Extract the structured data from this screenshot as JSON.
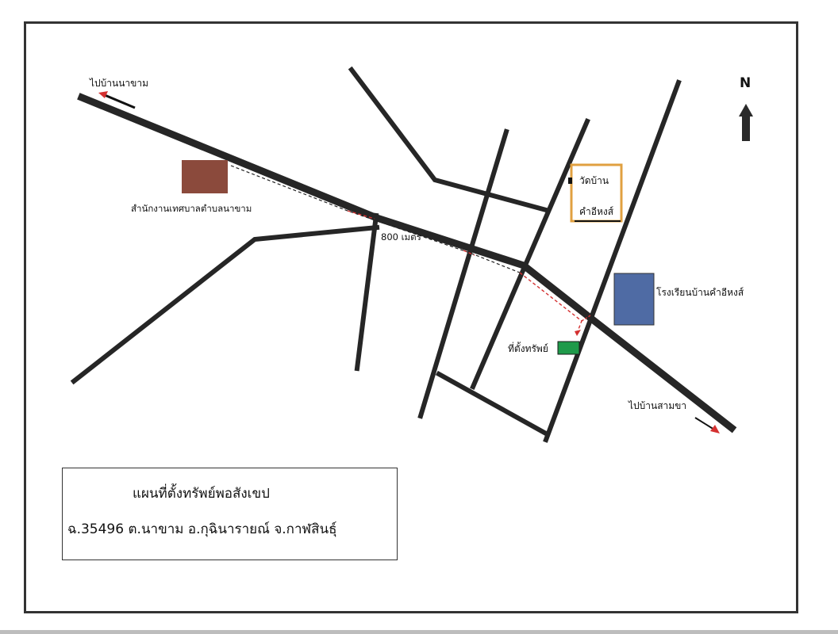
{
  "map": {
    "north_label": "N",
    "labels": {
      "to_na_kham": "ไปบ้านนาขาม",
      "municipal_office": "สำนักงานเทศบาลตำบลนาขาม",
      "distance": "800 เมตร",
      "temple_line1": "วัดบ้าน",
      "temple_line2": "คำอีหงส์",
      "school": "โรงเรียนบ้านคำอีหงส์",
      "property": "ที่ตั้งทรัพย์",
      "to_sam_kha": "ไปบ้านสามขา"
    },
    "colors": {
      "municipal_office": "#8b4a3c",
      "school": "#4f6ba4",
      "property": "#1f9a4a",
      "temple_border": "#e0a040",
      "route_dash": "#222222",
      "route_red": "#d43030",
      "road": "#262626"
    }
  },
  "legend": {
    "title": "แผนที่ตั้งทรัพย์พอสังเขป",
    "subtitle": "ฉ.35496 ต.นาขาม อ.กุฉินารายณ์ จ.กาฬสินธุ์"
  }
}
